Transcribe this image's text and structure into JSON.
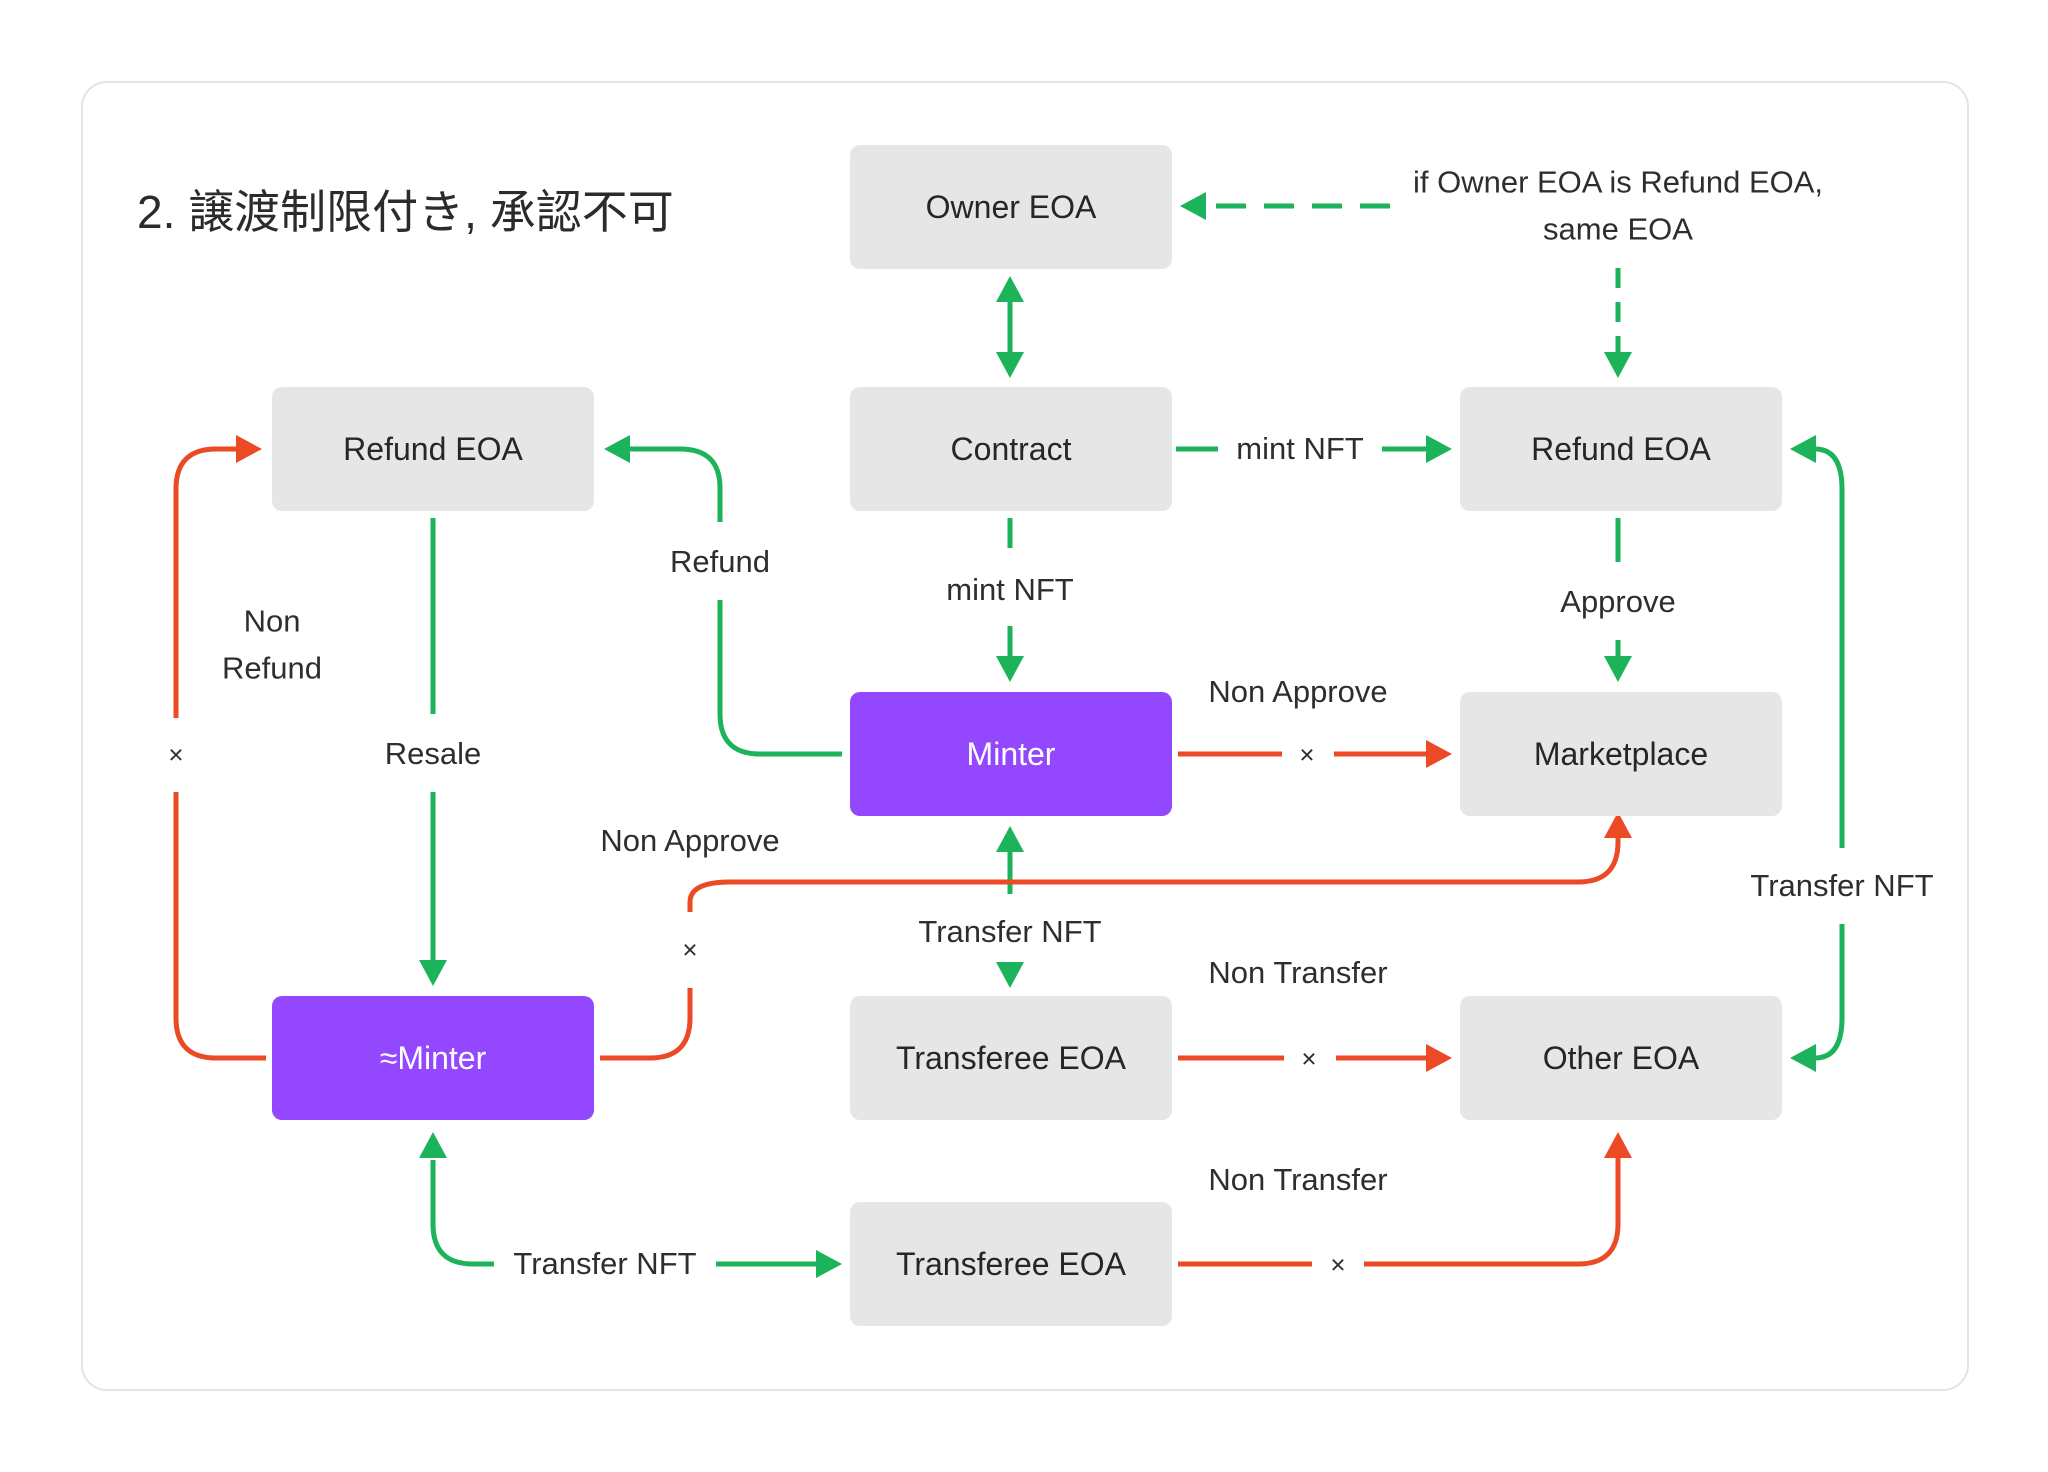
{
  "title": "2. 譲渡制限付き, 承認不可",
  "nodes": {
    "owner_eoa": "Owner EOA",
    "contract": "Contract",
    "refund_eoa_right": "Refund EOA",
    "refund_eoa_left": "Refund EOA",
    "minter": "Minter",
    "marketplace": "Marketplace",
    "minter_like": "≈Minter",
    "transferee_eoa_1": "Transferee EOA",
    "other_eoa": "Other EOA",
    "transferee_eoa_2": "Transferee EOA"
  },
  "edges": {
    "if_owner_line1": "if Owner EOA is Refund EOA,",
    "if_owner_line2": "same EOA",
    "mint_nft_right": "mint NFT",
    "mint_nft_down": "mint NFT",
    "approve": "Approve",
    "refund": "Refund",
    "non_refund_line1": "Non",
    "non_refund_line2": "Refund",
    "resale": "Resale",
    "non_approve_1": "Non Approve",
    "non_approve_2": "Non Approve",
    "transfer_nft_mid": "Transfer NFT",
    "transfer_nft_right": "Transfer NFT",
    "transfer_nft_bottom": "Transfer NFT",
    "non_transfer_1": "Non Transfer",
    "non_transfer_2": "Non Transfer",
    "blocked_mark": "×"
  },
  "colors": {
    "allowed": "#1db35a",
    "blocked": "#ec4a24",
    "minter_fill": "#9347ff",
    "box_fill": "#e6e6e6"
  }
}
